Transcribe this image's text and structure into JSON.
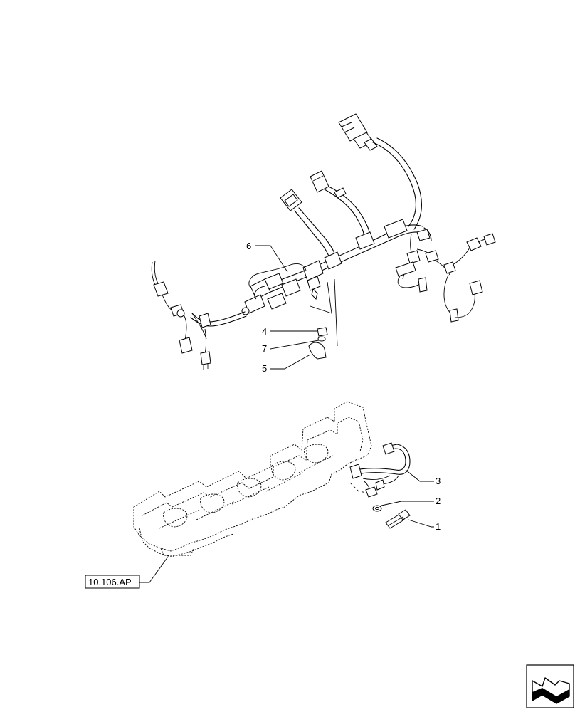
{
  "callouts": [
    {
      "id": "6",
      "text": "6"
    },
    {
      "id": "4",
      "text": "4"
    },
    {
      "id": "7",
      "text": "7"
    },
    {
      "id": "5",
      "text": "5"
    },
    {
      "id": "3",
      "text": "3"
    },
    {
      "id": "2",
      "text": "2"
    },
    {
      "id": "1",
      "text": "1"
    }
  ],
  "reference": {
    "text": "10.106.AP"
  },
  "icons": {
    "navigation": "next-page-arrow-icon"
  }
}
